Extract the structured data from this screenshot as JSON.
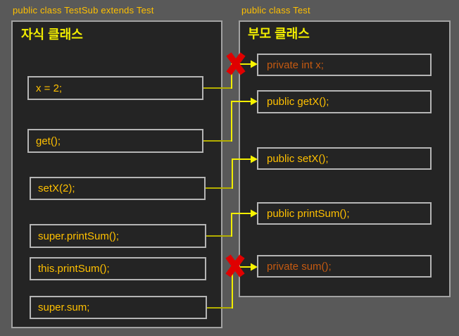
{
  "child_class": {
    "title": "public class TestSub extends Test",
    "label": "자식 클래스",
    "items": [
      {
        "id": "x-assignment",
        "text": "x = 2;"
      },
      {
        "id": "get-call",
        "text": "get();"
      },
      {
        "id": "setx-call",
        "text": "setX(2);"
      },
      {
        "id": "super-printsum-call",
        "text": "super.printSum();"
      },
      {
        "id": "this-printsum-call",
        "text": "this.printSum();"
      },
      {
        "id": "super-sum-access",
        "text": "super.sum;"
      }
    ]
  },
  "parent_class": {
    "title": "public class Test",
    "label": "부모 클래스",
    "members": [
      {
        "id": "private-int-x",
        "text": "private int x;",
        "access": "private"
      },
      {
        "id": "public-getx",
        "text": "public getX();",
        "access": "public"
      },
      {
        "id": "public-setx",
        "text": "public setX();",
        "access": "public"
      },
      {
        "id": "public-printsum",
        "text": "public printSum();",
        "access": "public"
      },
      {
        "id": "private-sum",
        "text": "private sum();",
        "access": "private"
      }
    ]
  },
  "connections": [
    {
      "from": "x = 2;",
      "to": "private int x;",
      "blocked": true
    },
    {
      "from": "get();",
      "to": "public getX();",
      "blocked": false
    },
    {
      "from": "setX(2);",
      "to": "public setX();",
      "blocked": false
    },
    {
      "from": "super.printSum();",
      "to": "public printSum();",
      "blocked": false
    },
    {
      "from": "super.sum;",
      "to": "private sum();",
      "blocked": true
    }
  ],
  "colors": {
    "background": "#595959",
    "box_fill": "#242424",
    "class_border": "#a2a2a2",
    "statement_border": "#b5b5b5",
    "title_text": "#ffc000",
    "class_label_text": "#f2ee00",
    "statement_text": "#ffc000",
    "private_member_text": "#c55a11",
    "connector_dim": "#b3ae00",
    "connector_bright": "#f2ee00",
    "blocked_x": "#e00000"
  }
}
